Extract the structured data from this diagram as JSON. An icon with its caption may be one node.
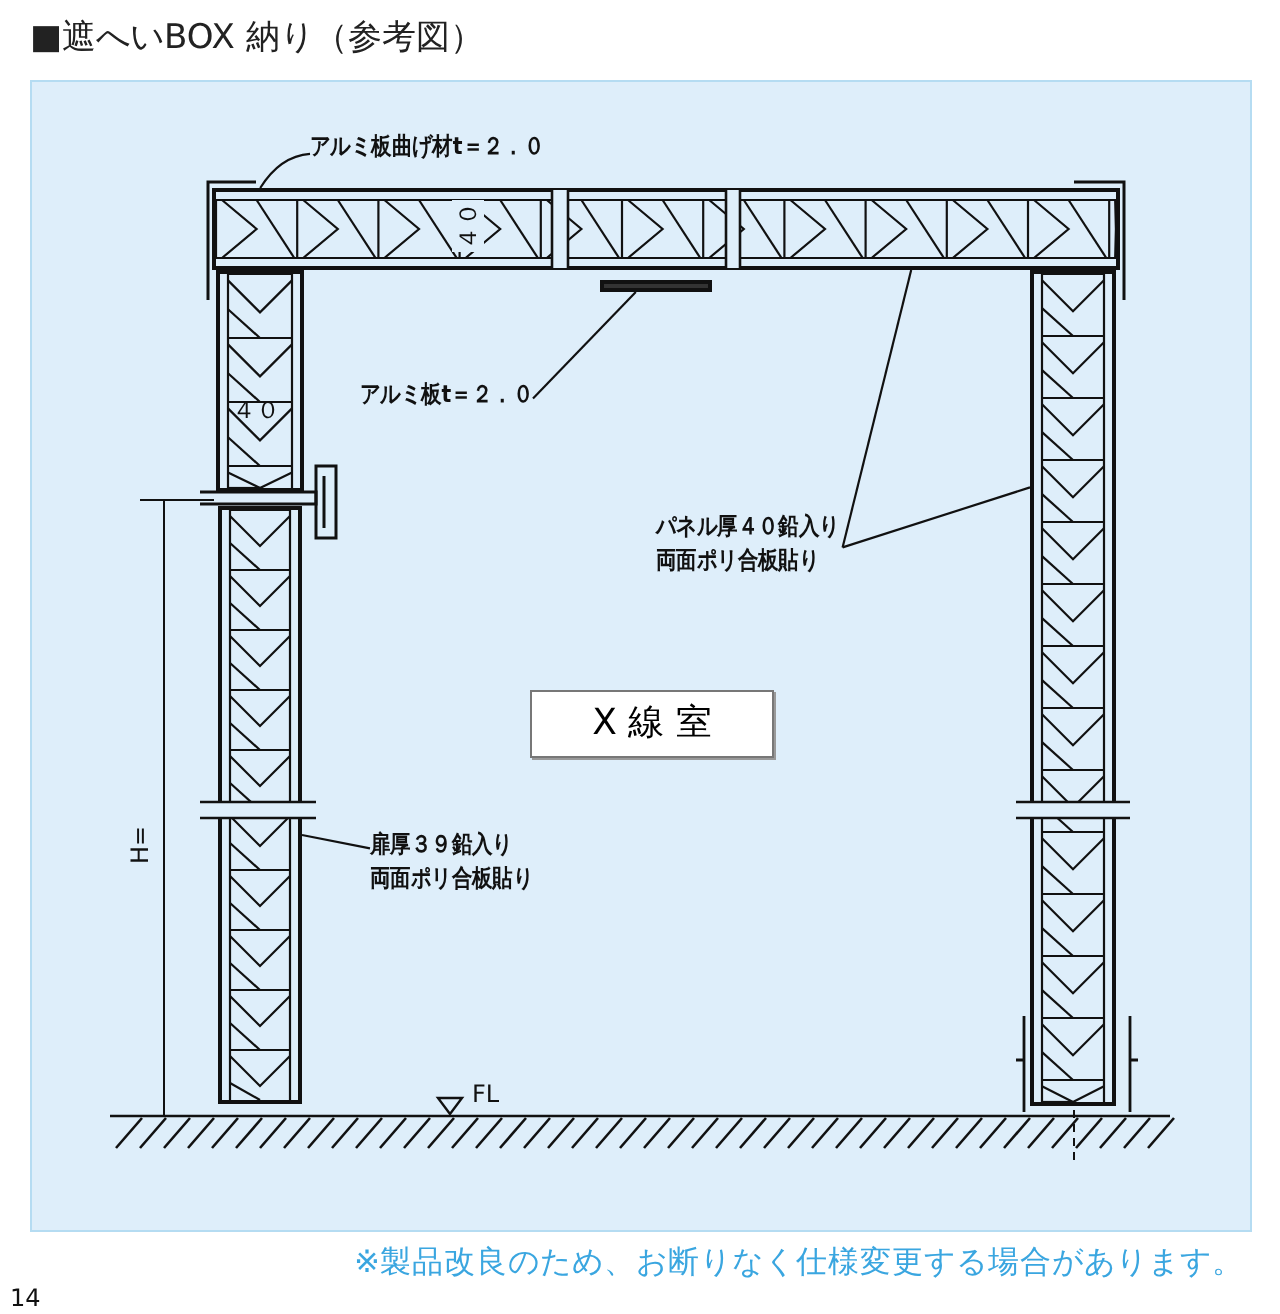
{
  "diagram": {
    "title": "■遮へいBOX 納り（参考図）",
    "caption": "※製品改良のため、お断りなく仕様変更する場合があります。",
    "nodes": [
      {
        "text": [
          "アルミ板曲げ材t＝２．０"
        ]
      },
      {
        "text": [
          "アルミ板t＝２．０"
        ]
      },
      {
        "text": [
          "パネル厚４０鉛入り両面ポリ合板貼り"
        ]
      },
      {
        "text": [
          "扉厚３９鉛入り両面ポリ合板貼り"
        ]
      },
      {
        "text": [
          "X 線 室"
        ]
      },
      {
        "text": [],
        "shape": "bar"
      },
      {
        "text": [],
        "shape": "bar"
      },
      {
        "text": [],
        "shape": "bar"
      },
      {
        "text": [],
        "shape": "bar"
      },
      {
        "text": [],
        "shape": "bar"
      }
    ],
    "edges": [
      {
        "from": 0,
        "to": 5,
        "arrow": "none"
      },
      {
        "from": 1,
        "to": 9,
        "arrow": "none"
      },
      {
        "from": 2,
        "to": 5,
        "arrow": "none"
      },
      {
        "from": 2,
        "to": 8,
        "arrow": "none"
      },
      {
        "from": 3,
        "to": 7,
        "arrow": "none"
      }
    ],
    "labels": [
      "４０",
      "４０",
      "H=",
      "FL",
      "14"
    ]
  }
}
